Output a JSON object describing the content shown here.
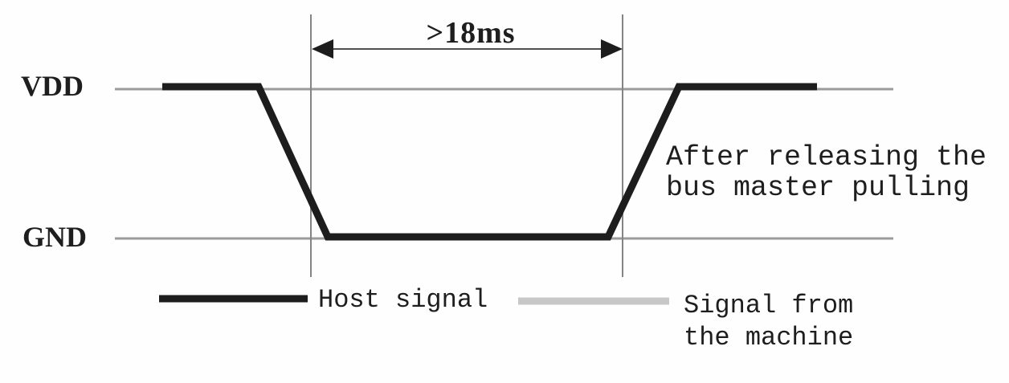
{
  "axis": {
    "vdd_label": "VDD",
    "gnd_label": "GND"
  },
  "annotation": {
    "duration": ">18ms",
    "note_line1": "After releasing the",
    "note_line2": "bus master pulling"
  },
  "legend": {
    "host_label": "Host signal",
    "machine_label_line1": "Signal from",
    "machine_label_line2": "the machine"
  },
  "waveform": {
    "type": "digital-timing",
    "signal": "host",
    "levels": [
      "VDD",
      "GND"
    ],
    "segments": [
      {
        "level": "VDD"
      },
      {
        "level": "GND",
        "duration": ">18ms"
      },
      {
        "level": "VDD"
      }
    ]
  },
  "colors": {
    "signal_black": "#1d1d1d",
    "rail_gray": "#9b9b9b",
    "marker_gray": "#848484",
    "arrow_line": "#4f4f4f",
    "arrow_head": "#1d1d1d",
    "machine_legend_gray": "#c7c7c7",
    "text": "#1e1e1e",
    "background": "#fefefe"
  }
}
